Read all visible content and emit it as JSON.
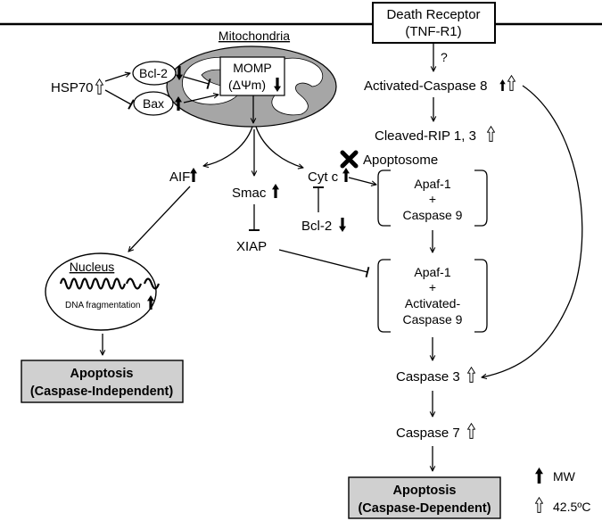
{
  "top": {
    "death_receptor_line1": "Death Receptor",
    "death_receptor_line2": "(TNF-R1)",
    "question_mark": "?"
  },
  "mitochondria": {
    "title": "Mitochondria",
    "momp_line1": "MOMP",
    "momp_line2": "(ΔΨm)"
  },
  "left_regulators": {
    "hsp70": "HSP70",
    "bcl2": "Bcl-2",
    "bax": "Bax"
  },
  "mito_products": {
    "aif": "AIF",
    "smac": "Smac",
    "cytc": "Cyt c",
    "bcl2_lower": "Bcl-2",
    "xiap": "XIAP"
  },
  "nucleus": {
    "title": "Nucleus",
    "dna": "DNA fragmentation"
  },
  "independent": {
    "line1": "Apoptosis",
    "line2": "(Caspase-Independent)"
  },
  "extrinsic": {
    "casp8": "Activated-Caspase 8",
    "rip": "Cleaved-RIP 1, 3",
    "apoptosome": "Apoptosome"
  },
  "apaf_box1": {
    "line1": "Apaf-1",
    "line2": "+",
    "line3": "Caspase 9"
  },
  "apaf_box2": {
    "line1": "Apaf-1",
    "line2": "+",
    "line3": "Activated-",
    "line4": "Caspase 9"
  },
  "executioners": {
    "casp3": "Caspase 3",
    "casp7": "Caspase 7"
  },
  "dependent": {
    "line1": "Apoptosis",
    "line2": "(Caspase-Dependent)"
  },
  "legend": {
    "mw": "MW",
    "temp": "42.5ºC"
  },
  "colors": {
    "line": "#000000",
    "mito_fill": "#a6a6a6",
    "mito_inner": "#ffffff",
    "apoptosis_box_fill": "#d0d0d0",
    "background": "#ffffff"
  }
}
